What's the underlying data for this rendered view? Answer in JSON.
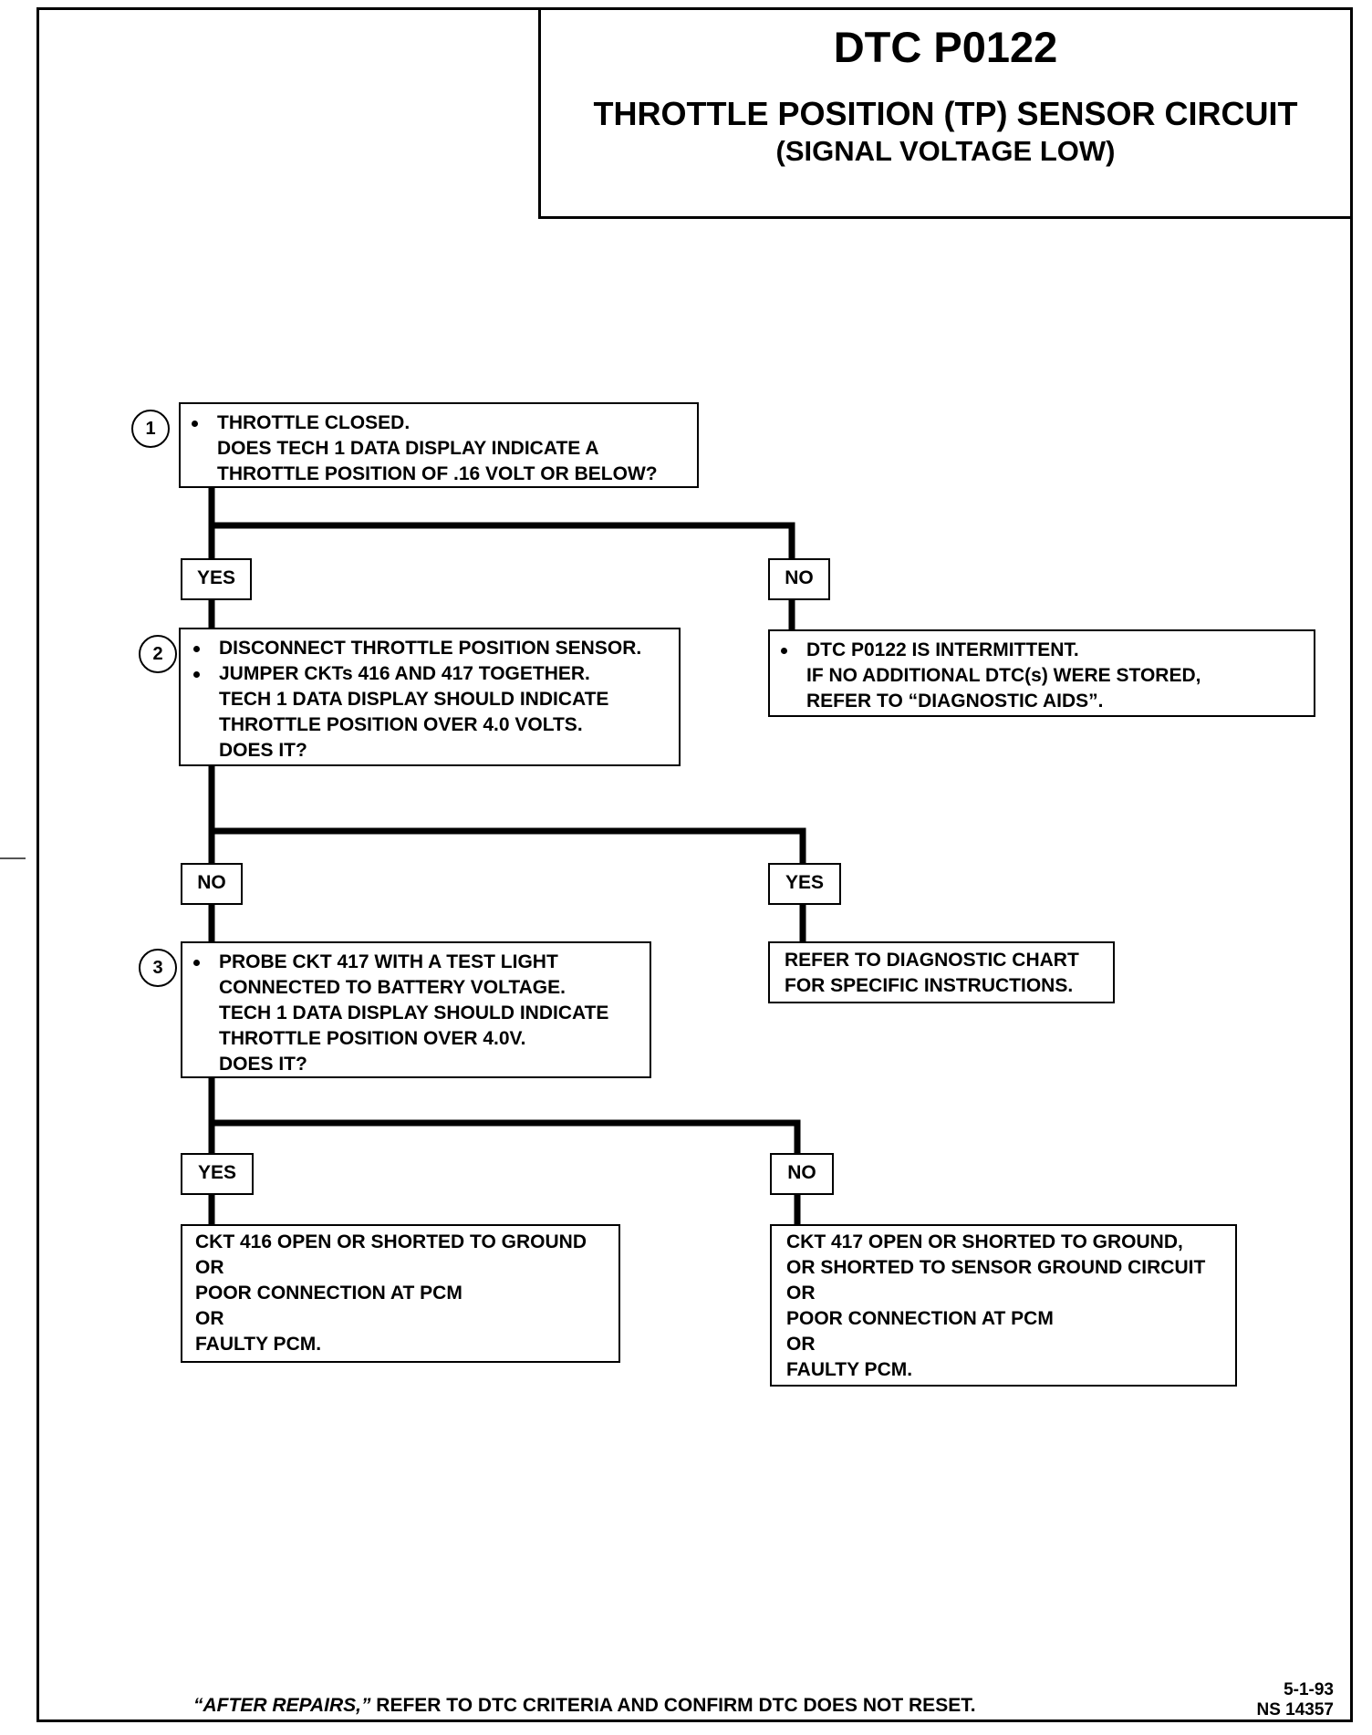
{
  "header": {
    "code": "DTC P0122",
    "title": "THROTTLE POSITION (TP) SENSOR CIRCUIT",
    "subtitle": "(SIGNAL VOLTAGE LOW)"
  },
  "steps": [
    {
      "number": "1",
      "lines": [
        "THROTTLE CLOSED.",
        "DOES TECH 1 DATA DISPLAY INDICATE A",
        "THROTTLE POSITION OF .16 VOLT OR BELOW?"
      ]
    },
    {
      "number": "2",
      "lines": [
        "DISCONNECT THROTTLE POSITION SENSOR.",
        "JUMPER CKTs 416 AND 417 TOGETHER.",
        "TECH 1 DATA DISPLAY SHOULD INDICATE",
        "THROTTLE POSITION OVER 4.0 VOLTS.",
        "DOES IT?"
      ]
    },
    {
      "number": "3",
      "lines": [
        "PROBE CKT 417 WITH A TEST LIGHT",
        "CONNECTED TO BATTERY VOLTAGE.",
        "TECH 1 DATA DISPLAY SHOULD INDICATE",
        "THROTTLE POSITION OVER 4.0V.",
        "DOES IT?"
      ]
    }
  ],
  "branches": {
    "step1_yes": "YES",
    "step1_no": "NO",
    "step2_no": "NO",
    "step2_yes": "YES",
    "step3_yes": "YES",
    "step3_no": "NO"
  },
  "outcomes": {
    "intermittent": [
      "DTC P0122 IS INTERMITTENT.",
      "IF NO ADDITIONAL DTC(s) WERE STORED,",
      "REFER TO “DIAGNOSTIC AIDS”."
    ],
    "refer_chart": [
      "REFER TO DIAGNOSTIC CHART",
      "FOR  SPECIFIC INSTRUCTIONS."
    ],
    "ckt416": [
      "CKT 416 OPEN OR SHORTED TO GROUND",
      "OR",
      "POOR CONNECTION AT PCM",
      "OR",
      "FAULTY PCM."
    ],
    "ckt417": [
      "CKT 417 OPEN OR SHORTED TO GROUND,",
      "OR SHORTED TO SENSOR GROUND CIRCUIT",
      "OR",
      "POOR CONNECTION AT PCM",
      "OR",
      "FAULTY PCM."
    ]
  },
  "footer": {
    "note_italic": "“AFTER REPAIRS,”",
    "note_rest": " REFER TO DTC CRITERIA  AND CONFIRM DTC DOES NOT RESET.",
    "date": "5-1-93",
    "ref": "NS 14357"
  }
}
